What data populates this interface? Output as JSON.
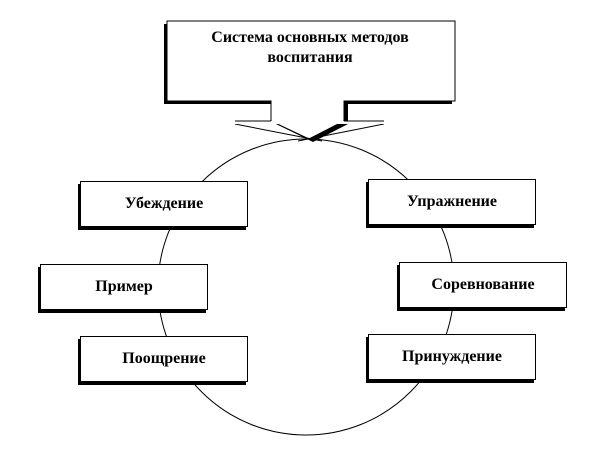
{
  "diagram": {
    "title": "Система основных методов воспитания",
    "methods_left": [
      "Убеждение",
      "Пример",
      "Поощрение"
    ],
    "methods_right": [
      "Упражнение",
      "Соревнование",
      "Принуждение"
    ]
  },
  "colors": {
    "line": "#000000",
    "background": "#ffffff"
  }
}
